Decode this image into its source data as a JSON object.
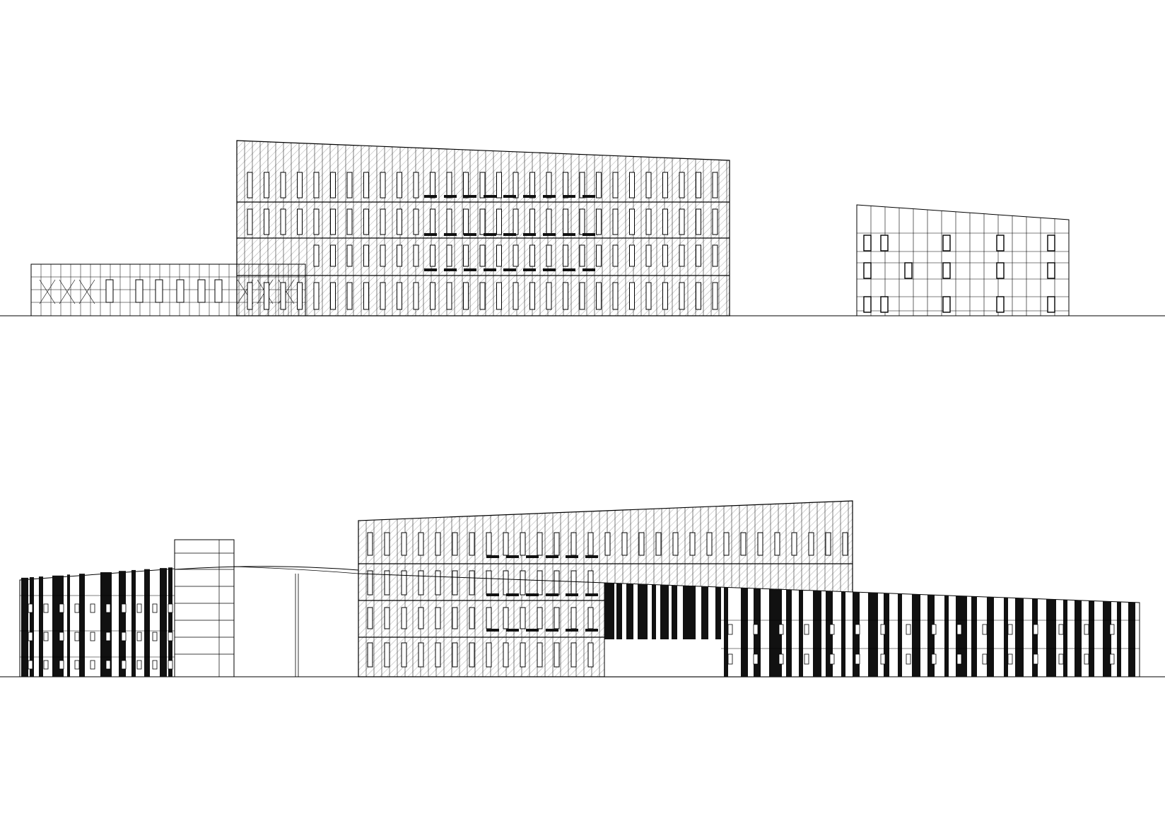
{
  "drawing": {
    "type": "architectural-elevations",
    "labels": [],
    "colors": {
      "line": "#000000",
      "fill_dark": "#111111",
      "paper": "#ffffff"
    },
    "elevations": [
      {
        "id": "elevation-top",
        "components": [
          "left-low-wing",
          "main-block-hatched",
          "right-small-block"
        ]
      },
      {
        "id": "elevation-bottom",
        "components": [
          "left-striped-wing",
          "stair-tower",
          "connector-canopy",
          "main-block-hatched",
          "entrance",
          "right-striped-wing"
        ]
      }
    ]
  }
}
